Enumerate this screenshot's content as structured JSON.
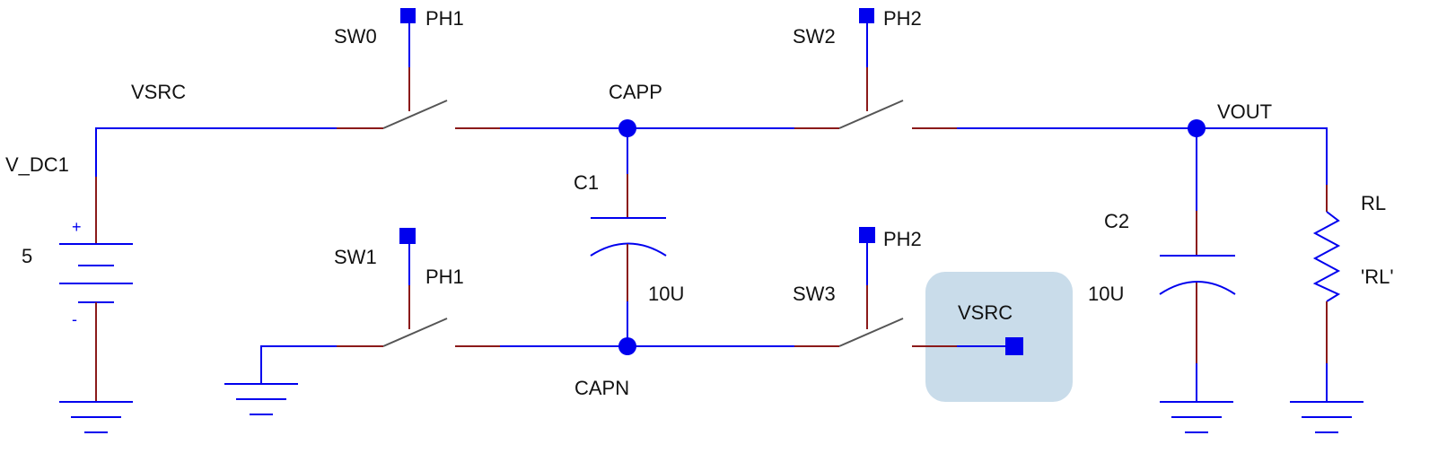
{
  "colors": {
    "wire": "#0000ee",
    "lead": "#8b1a1a",
    "switch_blade": "#555555",
    "highlight": "#c9dcea",
    "label": "#111111"
  },
  "source": {
    "name": "V_DC1",
    "value": "5",
    "plus": "+",
    "minus": "-"
  },
  "nets": {
    "vsrc": "VSRC",
    "capp": "CAPP",
    "capn": "CAPN",
    "vout": "VOUT",
    "vsrc_port": "VSRC"
  },
  "switches": {
    "sw0": {
      "name": "SW0",
      "phase": "PH1"
    },
    "sw1": {
      "name": "SW1",
      "phase": "PH1"
    },
    "sw2": {
      "name": "SW2",
      "phase": "PH2"
    },
    "sw3": {
      "name": "SW3",
      "phase": "PH2"
    }
  },
  "capacitors": {
    "c1": {
      "name": "C1",
      "value": "10U"
    },
    "c2": {
      "name": "C2",
      "value": "10U"
    }
  },
  "resistor": {
    "name": "RL",
    "value": "'RL'"
  },
  "icons": {
    "port": "square-port-icon",
    "junction": "junction-dot-icon",
    "ground": "ground-icon"
  }
}
